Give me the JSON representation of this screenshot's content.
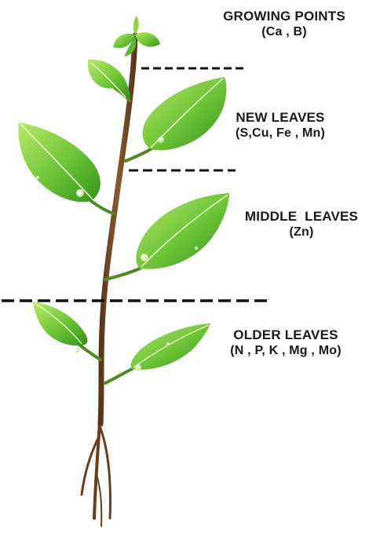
{
  "diagram": {
    "sections": [
      {
        "title": "GROWING POINTS",
        "elements": "(Ca , B)"
      },
      {
        "title": "NEW LEAVES",
        "elements": "(S,Cu, Fe , Mn)"
      },
      {
        "title": "MIDDLE  LEAVES",
        "elements": "(Zn)"
      },
      {
        "title": "OLDER LEAVES",
        "elements": "(N , P, K , Mg , Mo)"
      }
    ],
    "colors": {
      "leaf_light": "#a6e25a",
      "leaf_dark": "#3c9a1e",
      "leaf_vein": "#e4f7c2",
      "stem": "#7a4a26",
      "stem_dark": "#5a3419",
      "divider": "#111111",
      "text": "#1a1a1a"
    }
  }
}
